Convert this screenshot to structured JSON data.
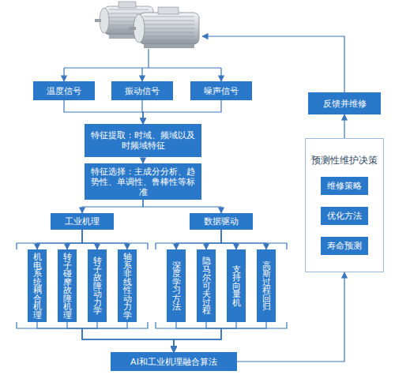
{
  "diagram": {
    "nodes": [
      {
        "text": [
          "温度信号"
        ]
      },
      {
        "text": [
          "振动信号"
        ]
      },
      {
        "text": [
          "噪声信号"
        ]
      },
      {
        "text": [
          "特征提取：时域、频域以及时频域特征"
        ]
      },
      {
        "text": [
          "特征选择：主成分分析、趋势性、单调性、鲁棒性等标准"
        ]
      },
      {
        "text": [
          "工业机理"
        ]
      },
      {
        "text": [
          "数据驱动"
        ]
      },
      {
        "text": [
          "机电系统耦合机理"
        ]
      },
      {
        "text": [
          "转子碰摩故障机理"
        ]
      },
      {
        "text": [
          "转子故障动力学"
        ]
      },
      {
        "text": [
          "轴系非线性动力学"
        ]
      },
      {
        "text": [
          "深度学习方法"
        ]
      },
      {
        "text": [
          "隐马尔可夫过程"
        ]
      },
      {
        "text": [
          "支持向量机"
        ]
      },
      {
        "text": [
          "高斯过程回归"
        ]
      },
      {
        "text": [
          "AI和工业机理融合算法"
        ]
      },
      {
        "text": [
          "预测性维护决策"
        ]
      },
      {
        "text": [
          "维修策略"
        ],
        "in": 16
      },
      {
        "text": [
          "优化方法"
        ],
        "in": 16
      },
      {
        "text": [
          "寿命预测"
        ],
        "in": 16
      },
      {
        "text": [
          "反馈并维修"
        ]
      }
    ],
    "edges": [
      {
        "from": 0,
        "to": 3,
        "arrow": "to"
      },
      {
        "from": 1,
        "to": 3,
        "arrow": "to"
      },
      {
        "from": 2,
        "to": 3,
        "arrow": "to"
      },
      {
        "from": 3,
        "to": 4,
        "arrow": "to"
      },
      {
        "from": 4,
        "to": 5,
        "arrow": "to"
      },
      {
        "from": 4,
        "to": 6,
        "arrow": "to"
      },
      {
        "from": 5,
        "to": 7,
        "arrow": "to"
      },
      {
        "from": 5,
        "to": 8,
        "arrow": "to"
      },
      {
        "from": 5,
        "to": 9,
        "arrow": "to"
      },
      {
        "from": 5,
        "to": 10,
        "arrow": "to"
      },
      {
        "from": 6,
        "to": 11,
        "arrow": "to"
      },
      {
        "from": 6,
        "to": 12,
        "arrow": "to"
      },
      {
        "from": 6,
        "to": 13,
        "arrow": "to"
      },
      {
        "from": 6,
        "to": 14,
        "arrow": "to"
      },
      {
        "from": 7,
        "to": 15,
        "arrow": "to"
      },
      {
        "from": 8,
        "to": 15,
        "arrow": "to"
      },
      {
        "from": 9,
        "to": 15,
        "arrow": "to"
      },
      {
        "from": 10,
        "to": 15,
        "arrow": "to"
      },
      {
        "from": 11,
        "to": 15,
        "arrow": "to"
      },
      {
        "from": 12,
        "to": 15,
        "arrow": "to"
      },
      {
        "from": 13,
        "to": 15,
        "arrow": "to"
      },
      {
        "from": 14,
        "to": 15,
        "arrow": "to"
      },
      {
        "from": 15,
        "to": 16,
        "arrow": "to"
      },
      {
        "from": 16,
        "to": 20,
        "arrow": "to"
      }
    ]
  }
}
